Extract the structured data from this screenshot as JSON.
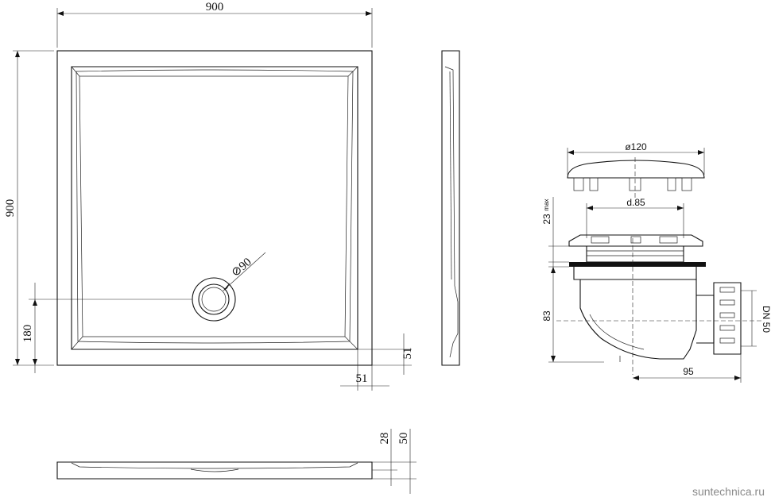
{
  "tray": {
    "width_label": "900",
    "height_label": "900",
    "drain_diameter_label": "⊘90",
    "drain_offset_label": "180",
    "rim_bottom_label": "51",
    "rim_right_label": "51",
    "depth_inner_label": "28",
    "depth_total_label": "50"
  },
  "siphon": {
    "cap_diameter_label": "ø120",
    "inner_diameter_label": "d.85",
    "max_label": "23",
    "max_suffix": "max",
    "height_label": "83",
    "offset_label": "95",
    "outlet_label": "DN 50"
  },
  "watermark": "suntechnica.ru",
  "colors": {
    "line": "#111111",
    "background": "#ffffff",
    "watermark": "#8a8a8a"
  }
}
